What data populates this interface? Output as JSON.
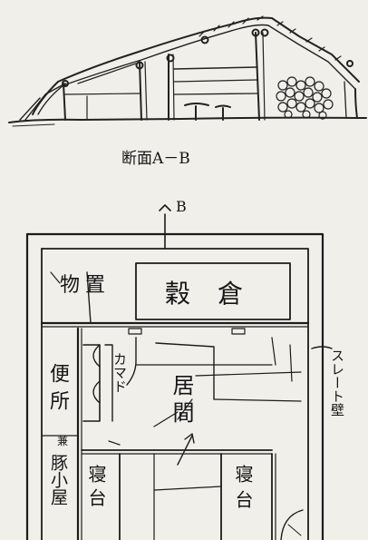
{
  "section": {
    "caption": "断面A－B"
  },
  "plan": {
    "marker": "B",
    "rooms": {
      "storage": "物置",
      "granary": "穀倉",
      "kamado": "カマド",
      "living": "居間",
      "toilet": "便所",
      "toilet_note": "兼",
      "pigsty": "豚小屋",
      "bed_left": "寝台",
      "bed_right": "寝台"
    },
    "wall_note": "スレート壁"
  }
}
